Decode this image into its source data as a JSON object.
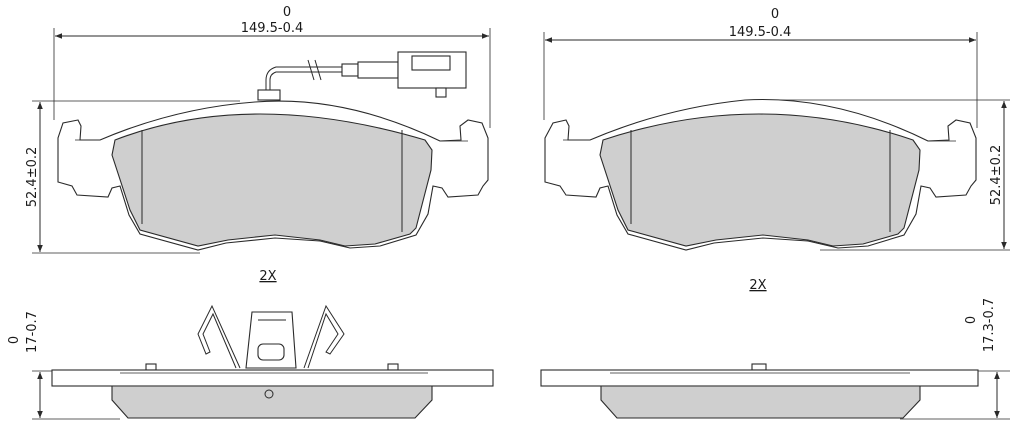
{
  "left_front": {
    "width_upper": "0",
    "width_lower": "149.5-0.4",
    "height": "52.4±0.2",
    "quantity": "2X"
  },
  "right_front": {
    "width_upper": "0",
    "width_lower": "149.5-0.4",
    "height": "52.4±0.2",
    "quantity": "2X"
  },
  "left_side": {
    "thickness_upper": "0",
    "thickness_lower": "17-0.7"
  },
  "right_side": {
    "thickness_upper": "0",
    "thickness_lower": "17.3-0.7"
  },
  "colors": {
    "friction_material": "#cfcfcf",
    "line": "#2a2a2a"
  }
}
